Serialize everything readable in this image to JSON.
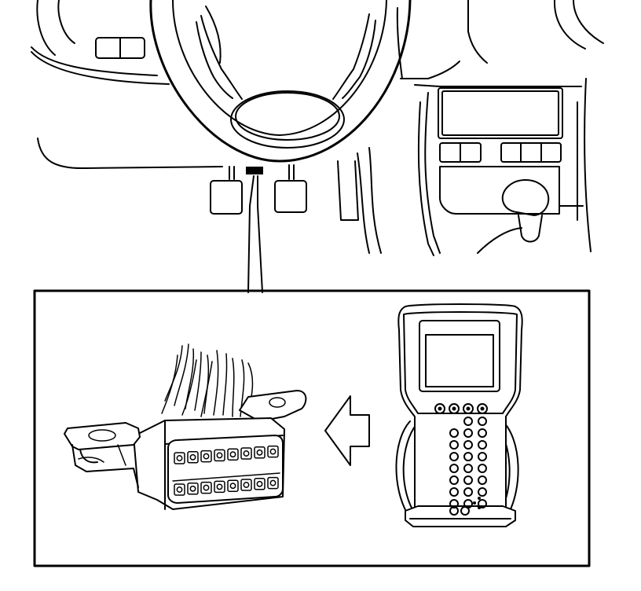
{
  "figure": {
    "title": "",
    "labels": []
  },
  "parts": [
    {
      "name": "steering-wheel",
      "type": "vehicle-component"
    },
    {
      "name": "instrument-panel",
      "type": "vehicle-component"
    },
    {
      "name": "center-console",
      "type": "vehicle-component"
    },
    {
      "name": "pedals",
      "type": "vehicle-component"
    },
    {
      "name": "gear-shift-knob",
      "type": "vehicle-component"
    },
    {
      "name": "data-link-connector",
      "type": "connector",
      "pin_rows": 2,
      "pins_per_row": 8
    },
    {
      "name": "scan-tool",
      "type": "handheld-tester",
      "top_buttons": 4,
      "keypad_rows": 8
    },
    {
      "name": "connection-arrow",
      "type": "indicator",
      "direction": "left"
    }
  ],
  "colors": {
    "line": "#000000",
    "background": "#ffffff"
  }
}
